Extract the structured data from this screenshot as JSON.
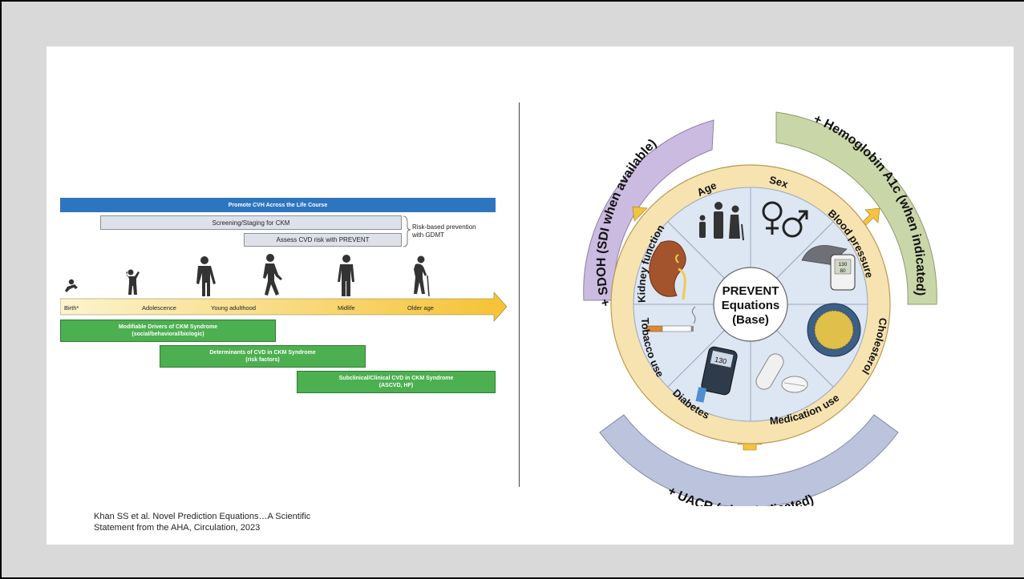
{
  "left": {
    "banner": "Promote CVH Across the Life Course",
    "screening": "Screening/Staging for CKM",
    "assess": "Assess CVD risk with PREVENT",
    "bracket_note_1": "Risk-based prevention",
    "bracket_note_2": "with GDMT",
    "stages": [
      "Birth*",
      "Adolescence",
      "Young adulthood",
      "Midlife",
      "Older age"
    ],
    "green_1_line1": "Modifiable Drivers of CKM Syndrome",
    "green_1_line2": "(social/behavioral/biologic)",
    "green_2_line1": "Determinants of CVD in CKM Syndrome",
    "green_2_line2": "(risk factors)",
    "green_3_line1": "Subclinical/Clinical CVD in CKM Syndrome",
    "green_3_line2": "(ASCVD, HF)"
  },
  "wheel": {
    "center_1": "PREVENT",
    "center_2": "Equations",
    "center_3": "(Base)",
    "segments": [
      "Age",
      "Sex",
      "Blood pressure",
      "Cholesterol",
      "Medication use",
      "Diabetes",
      "Tobacco use",
      "Kidney function"
    ],
    "outer_left": "+ SDOH (SDI when available)",
    "outer_right": "+ Hemoglobin A1c (when indicated)",
    "outer_bottom": "+ UACR (when indicated)",
    "meter_reading_1": "130",
    "meter_reading_2": "80",
    "glucose_reading": "130",
    "colors": {
      "lavender": "#cbbbe0",
      "green": "#c9d6a8",
      "blue_grey": "#bcc3dc",
      "ring": "#f6e3b0",
      "inner": "#dde6f3",
      "arrow": "#f5c242"
    }
  },
  "citation_line1": "Khan SS et al. Novel Prediction Equations…A Scientific",
  "citation_line2": "Statement from the AHA, Circulation, 2023"
}
